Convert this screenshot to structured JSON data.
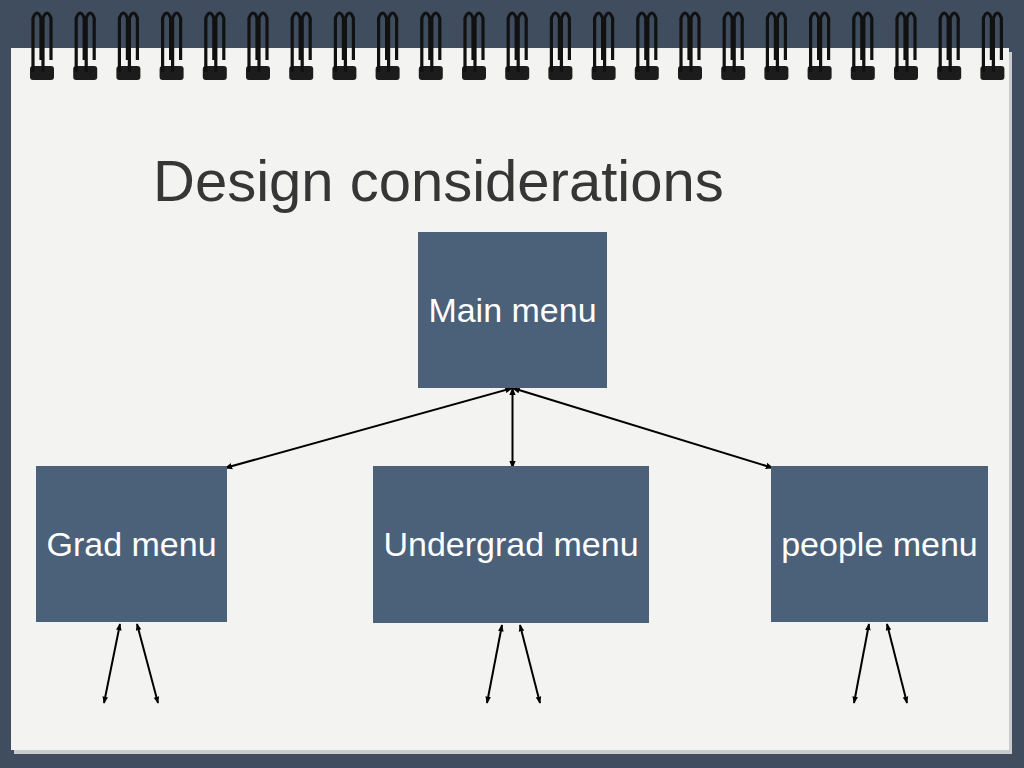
{
  "diagram": {
    "title": "Design considerations",
    "nodes": [
      {
        "text": [
          "Main menu"
        ]
      },
      {
        "text": [
          "Grad menu"
        ]
      },
      {
        "text": [
          "Undergrad menu"
        ]
      },
      {
        "text": [
          "people menu"
        ]
      }
    ],
    "edges": [
      {
        "from": 0,
        "to": 1,
        "arrow": "both"
      },
      {
        "from": 0,
        "to": 2,
        "arrow": "both"
      },
      {
        "from": 0,
        "to": 3,
        "arrow": "both"
      }
    ]
  }
}
